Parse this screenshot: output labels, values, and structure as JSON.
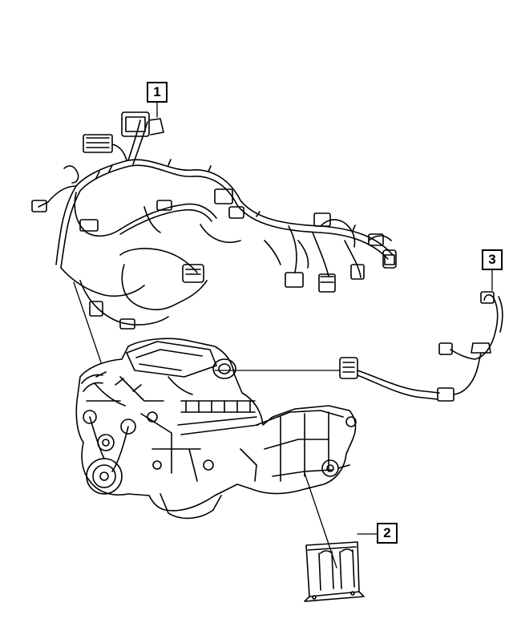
{
  "diagram": {
    "callouts": [
      {
        "id": "1",
        "label": "1"
      },
      {
        "id": "2",
        "label": "2"
      },
      {
        "id": "3",
        "label": "3"
      }
    ],
    "parts": [
      {
        "id": "engine-wiring-harness",
        "callout": "1"
      },
      {
        "id": "wiring-shield",
        "callout": "2"
      },
      {
        "id": "transfer-case-harness",
        "callout": "3"
      }
    ]
  }
}
